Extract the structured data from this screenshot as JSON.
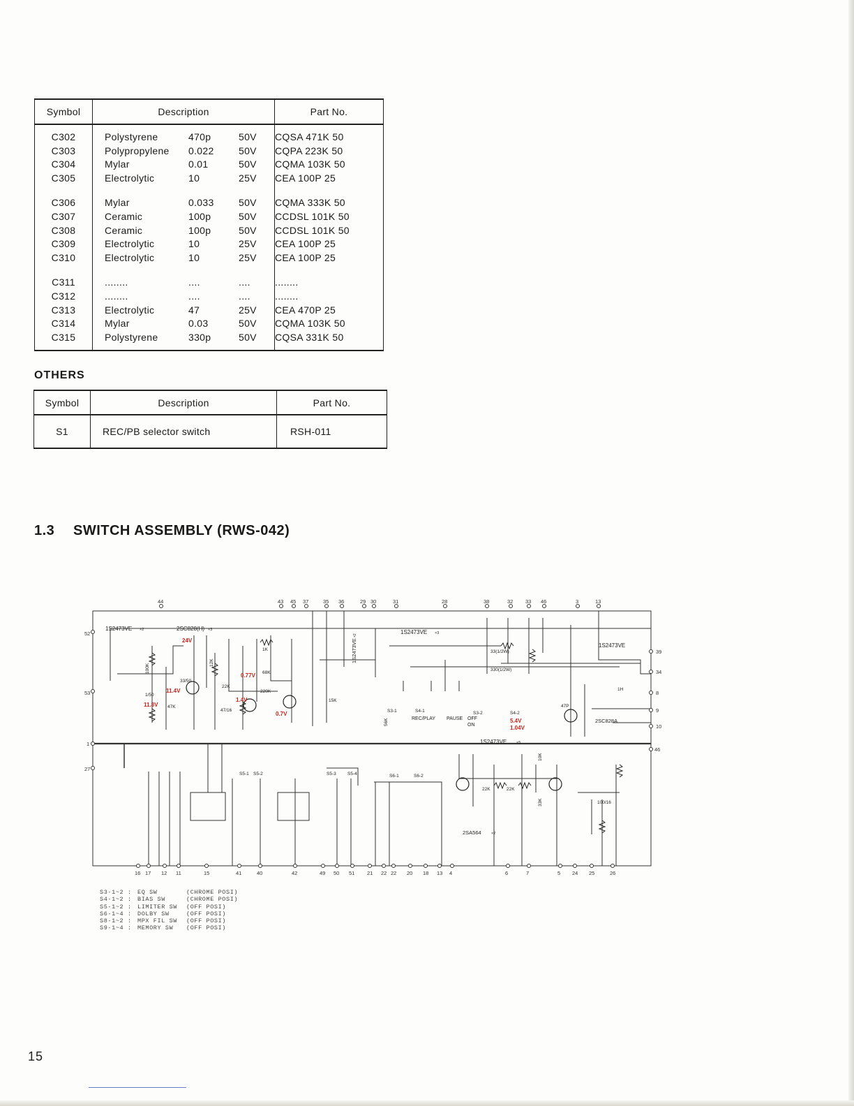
{
  "parts_table": {
    "headers": {
      "symbol": "Symbol",
      "description": "Description",
      "part_no": "Part No."
    },
    "groups": [
      {
        "rows": [
          {
            "symbol": "C302",
            "type": "Polystyrene",
            "value": "470p",
            "voltage": "50V",
            "part_no": "CQSA 471K 50"
          },
          {
            "symbol": "C303",
            "type": "Polypropylene",
            "value": "0.022",
            "voltage": "50V",
            "part_no": "CQPA 223K 50"
          },
          {
            "symbol": "C304",
            "type": "Mylar",
            "value": "0.01",
            "voltage": "50V",
            "part_no": "CQMA 103K 50"
          },
          {
            "symbol": "C305",
            "type": "Electrolytic",
            "value": "10",
            "voltage": "25V",
            "part_no": "CEA 100P 25"
          }
        ]
      },
      {
        "rows": [
          {
            "symbol": "C306",
            "type": "Mylar",
            "value": "0.033",
            "voltage": "50V",
            "part_no": "CQMA 333K 50"
          },
          {
            "symbol": "C307",
            "type": "Ceramic",
            "value": "100p",
            "voltage": "50V",
            "part_no": "CCDSL 101K 50"
          },
          {
            "symbol": "C308",
            "type": "Ceramic",
            "value": "100p",
            "voltage": "50V",
            "part_no": "CCDSL 101K 50"
          },
          {
            "symbol": "C309",
            "type": "Electrolytic",
            "value": "10",
            "voltage": "25V",
            "part_no": "CEA 100P 25"
          },
          {
            "symbol": "C310",
            "type": "Electrolytic",
            "value": "10",
            "voltage": "25V",
            "part_no": "CEA 100P 25"
          }
        ]
      },
      {
        "rows": [
          {
            "symbol": "C311",
            "type": "........",
            "value": "....",
            "voltage": "....",
            "part_no": "........"
          },
          {
            "symbol": "C312",
            "type": "........",
            "value": "....",
            "voltage": "....",
            "part_no": "........"
          },
          {
            "symbol": "C313",
            "type": "Electrolytic",
            "value": "47",
            "voltage": "25V",
            "part_no": "CEA 470P 25"
          },
          {
            "symbol": "C314",
            "type": "Mylar",
            "value": "0.03",
            "voltage": "50V",
            "part_no": "CQMA 103K 50"
          },
          {
            "symbol": "C315",
            "type": "Polystyrene",
            "value": "330p",
            "voltage": "50V",
            "part_no": "CQSA 331K 50"
          }
        ]
      }
    ]
  },
  "others": {
    "heading": "OTHERS",
    "headers": {
      "symbol": "Symbol",
      "description": "Description",
      "part_no": "Part No."
    },
    "rows": [
      {
        "symbol": "S1",
        "description": "REC/PB selector switch",
        "part_no": "RSH-011"
      }
    ]
  },
  "section": {
    "number": "1.3",
    "title": "SWITCH ASSEMBLY (RWS-042)"
  },
  "schematic": {
    "top_terminals": [
      "44",
      "43",
      "45",
      "37",
      "35",
      "36",
      "29",
      "30",
      "31",
      "28",
      "38",
      "32",
      "33",
      "46",
      "3",
      "13"
    ],
    "left_terminals": [
      "52",
      "53",
      "1",
      "27"
    ],
    "right_terminals": [
      "39",
      "34",
      "8",
      "9",
      "10",
      "46"
    ],
    "bottom_terminals": [
      "16",
      "17",
      "12",
      "11",
      "15",
      "41",
      "40",
      "42",
      "49",
      "50",
      "51",
      "21",
      "22",
      "22",
      "20",
      "18",
      "13",
      "4",
      "6",
      "7",
      "5",
      "24",
      "25",
      "26"
    ],
    "labels": {
      "diodes_left": "1S2473VE",
      "diodes_left_mult": "×2",
      "transistors_left": "2SC828(H)",
      "transistors_left_mult": "×3",
      "diodes_mid": "1S2473VE",
      "diodes_mid_mult": "×2",
      "diodes_top": "1S2473VE",
      "diodes_top_mult": "×3",
      "diode_right": "1S2473VE",
      "transistor_right": "2SC828A",
      "diodes_bottom": "1S2473VE",
      "diodes_bottom_mult": "×5",
      "transistors_bottom": "2SA564",
      "transistors_bottom_mult": "×2",
      "rec_play": "REC/PLAY",
      "pause": "PAUSE",
      "off": "OFF",
      "on": "ON",
      "res_r631": "33(1/2W)",
      "res_r632": "330(1/2W)",
      "res_r633": "68K",
      "res_r634": "220K",
      "res_r635": "1K",
      "res_r636": "47K",
      "res_22k": "22K",
      "res_15k": "15K",
      "res_10k": "10K",
      "res_33k": "33K",
      "res_12k": "12K",
      "res_56k": "56K",
      "res_100k": "100K",
      "cap_33_50": "33/50",
      "cap_1_50": "1/50",
      "cap_47_16": "47/16",
      "cap_47p": "47P",
      "cap_100_16": "100/16",
      "ind_1h": "1H",
      "switch_s3_1": "S3-1",
      "switch_s3_2": "S3-2",
      "switch_s4_1": "S4-1",
      "switch_s4_2": "S4-2",
      "switch_s5_1": "S5-1",
      "switch_s5_2": "S5-2",
      "switch_s5_3": "S5-3",
      "switch_s5_4": "S5-4",
      "switch_s6_1": "S6-1",
      "switch_s6_2": "S6-2"
    },
    "voltages": [
      "24V",
      "11.4V",
      "11.8V",
      "0.77V",
      "1.4V",
      "0.7V",
      "5.4V",
      "1.04V"
    ],
    "voltage_color": "#c8251e"
  },
  "legend": [
    {
      "symbol": "S3-1~2",
      "name": "EQ SW",
      "state": "(CHROME POSI)"
    },
    {
      "symbol": "S4-1~2",
      "name": "BIAS SW",
      "state": "(CHROME POSI)"
    },
    {
      "symbol": "S5-1~2",
      "name": "LIMITER SW",
      "state": "(OFF POSI)"
    },
    {
      "symbol": "S6-1~4",
      "name": "DOLBY SW",
      "state": "(OFF POSI)"
    },
    {
      "symbol": "S8-1~2",
      "name": "MPX FIL SW",
      "state": "(OFF POSI)"
    },
    {
      "symbol": "S9-1~4",
      "name": "MEMORY SW",
      "state": "(OFF POSI)"
    }
  ],
  "page_number": "15"
}
